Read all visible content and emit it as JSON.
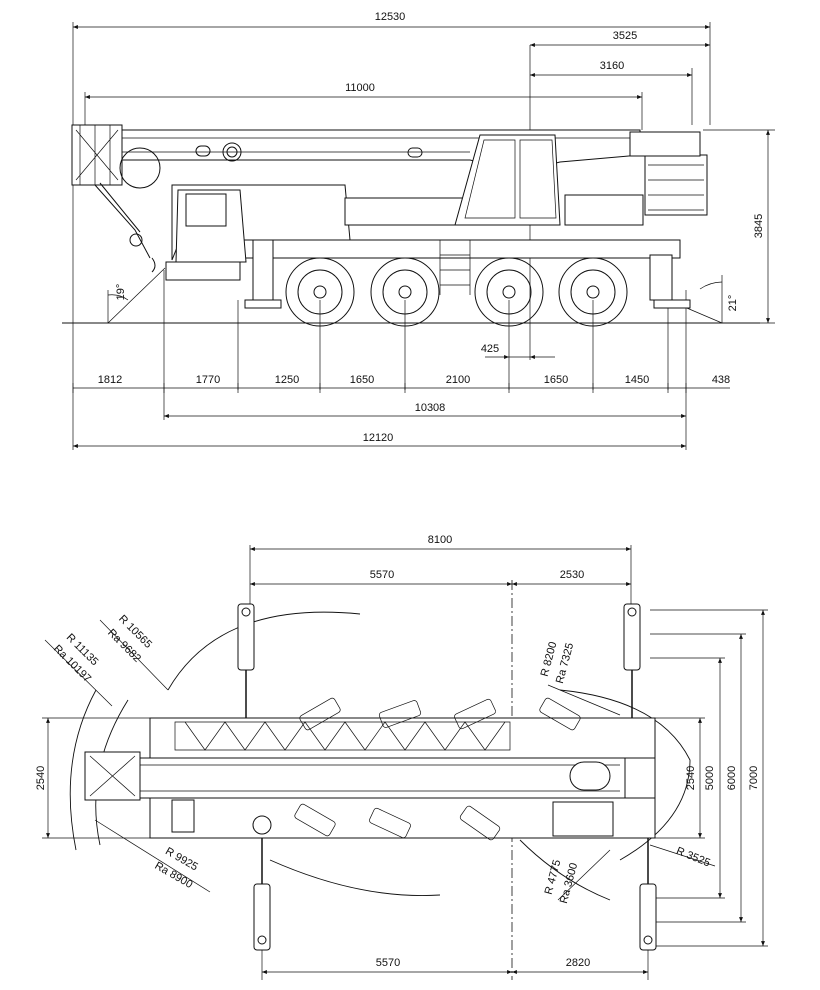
{
  "side_view": {
    "overall_length": "12530",
    "rear_overhang_total": "3525",
    "rear_overhang": "3160",
    "boom_length": "11000",
    "height": "3845",
    "approach_angle": "19°",
    "departure_angle": "21°",
    "slew_offset": "425",
    "segments": [
      "1812",
      "1770",
      "1250",
      "1650",
      "2100",
      "1650",
      "1450",
      "438"
    ],
    "outrigger_span_length": "10308",
    "total_length": "12120"
  },
  "top_view": {
    "outrigger_base": "8100",
    "front_to_center": "5570",
    "center_to_rear": "2530",
    "bottom_front_to_center": "5570",
    "bottom_center_to_rear": "2820",
    "width_left": "2540",
    "width_right": "2540",
    "outrigger_widths": [
      "5000",
      "6000",
      "7000"
    ],
    "radius_top_outer": "R 11135",
    "radius_top_outer_a": "Ra 10197",
    "radius_top_inner": "R 10565",
    "radius_top_inner_a": "Ra 9682",
    "radius_bottom": "R 9925",
    "radius_bottom_a": "Ra 8900",
    "radius_right_top": "R 8200",
    "radius_right_top_a": "Ra 7325",
    "radius_right_bottom": "R 4775",
    "radius_right_bottom_a": "Ra 3600",
    "radius_counterweight": "R 3525"
  }
}
